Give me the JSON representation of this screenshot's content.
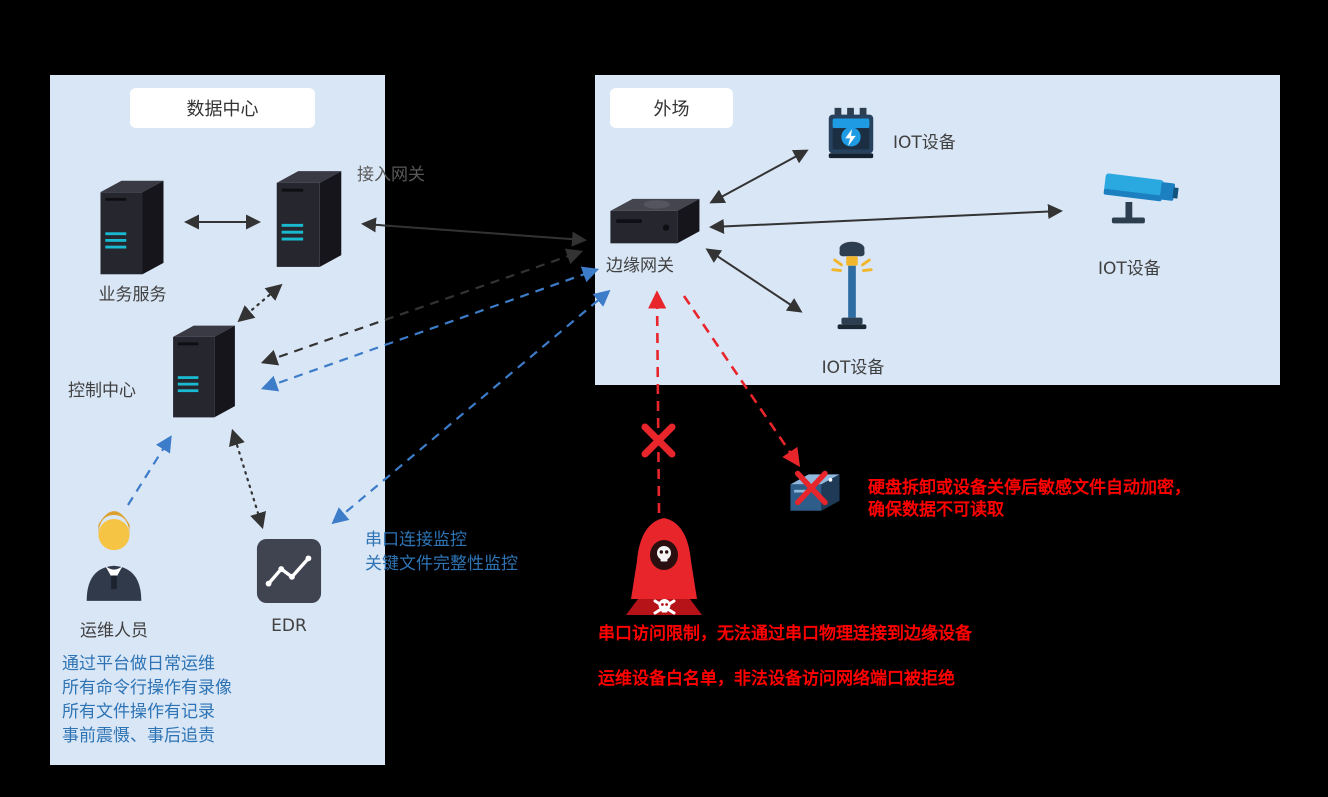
{
  "panels": {
    "datacenter": {
      "title": "数据中心"
    },
    "field": {
      "title": "外场"
    }
  },
  "nodes": {
    "business_service": "业务服务",
    "access_gateway": "接入网关",
    "control_center": "控制中心",
    "ops_person": "运维人员",
    "edr": "EDR",
    "edge_gateway": "边缘网关",
    "iot_top": "IOT设备",
    "iot_pole": "IOT设备",
    "iot_camera": "IOT设备"
  },
  "notes": {
    "monitor": {
      "line1": "串口连接监控",
      "line2": "关键文件完整性监控"
    },
    "ops": {
      "line1": "通过平台做日常运维",
      "line2": "所有命令行操作有录像",
      "line3": "所有文件操作有记录",
      "line4": "事前震慑、事后追责"
    },
    "encrypt": {
      "line1": "硬盘拆卸或设备关停后敏感文件自动加密，",
      "line2": "确保数据不可读取"
    },
    "serial": "串口访问限制，无法通过串口物理连接到边缘设备",
    "whitelist": "运维设备白名单，非法设备访问网络端口被拒绝"
  },
  "colors": {
    "panel_bg": "#d9e6f6",
    "blue_text": "#2e74b5",
    "blue_line": "#3d7cc9",
    "red": "#e8252b",
    "red_text": "#ff0000",
    "label": "#404040",
    "arrow": "#333333"
  }
}
